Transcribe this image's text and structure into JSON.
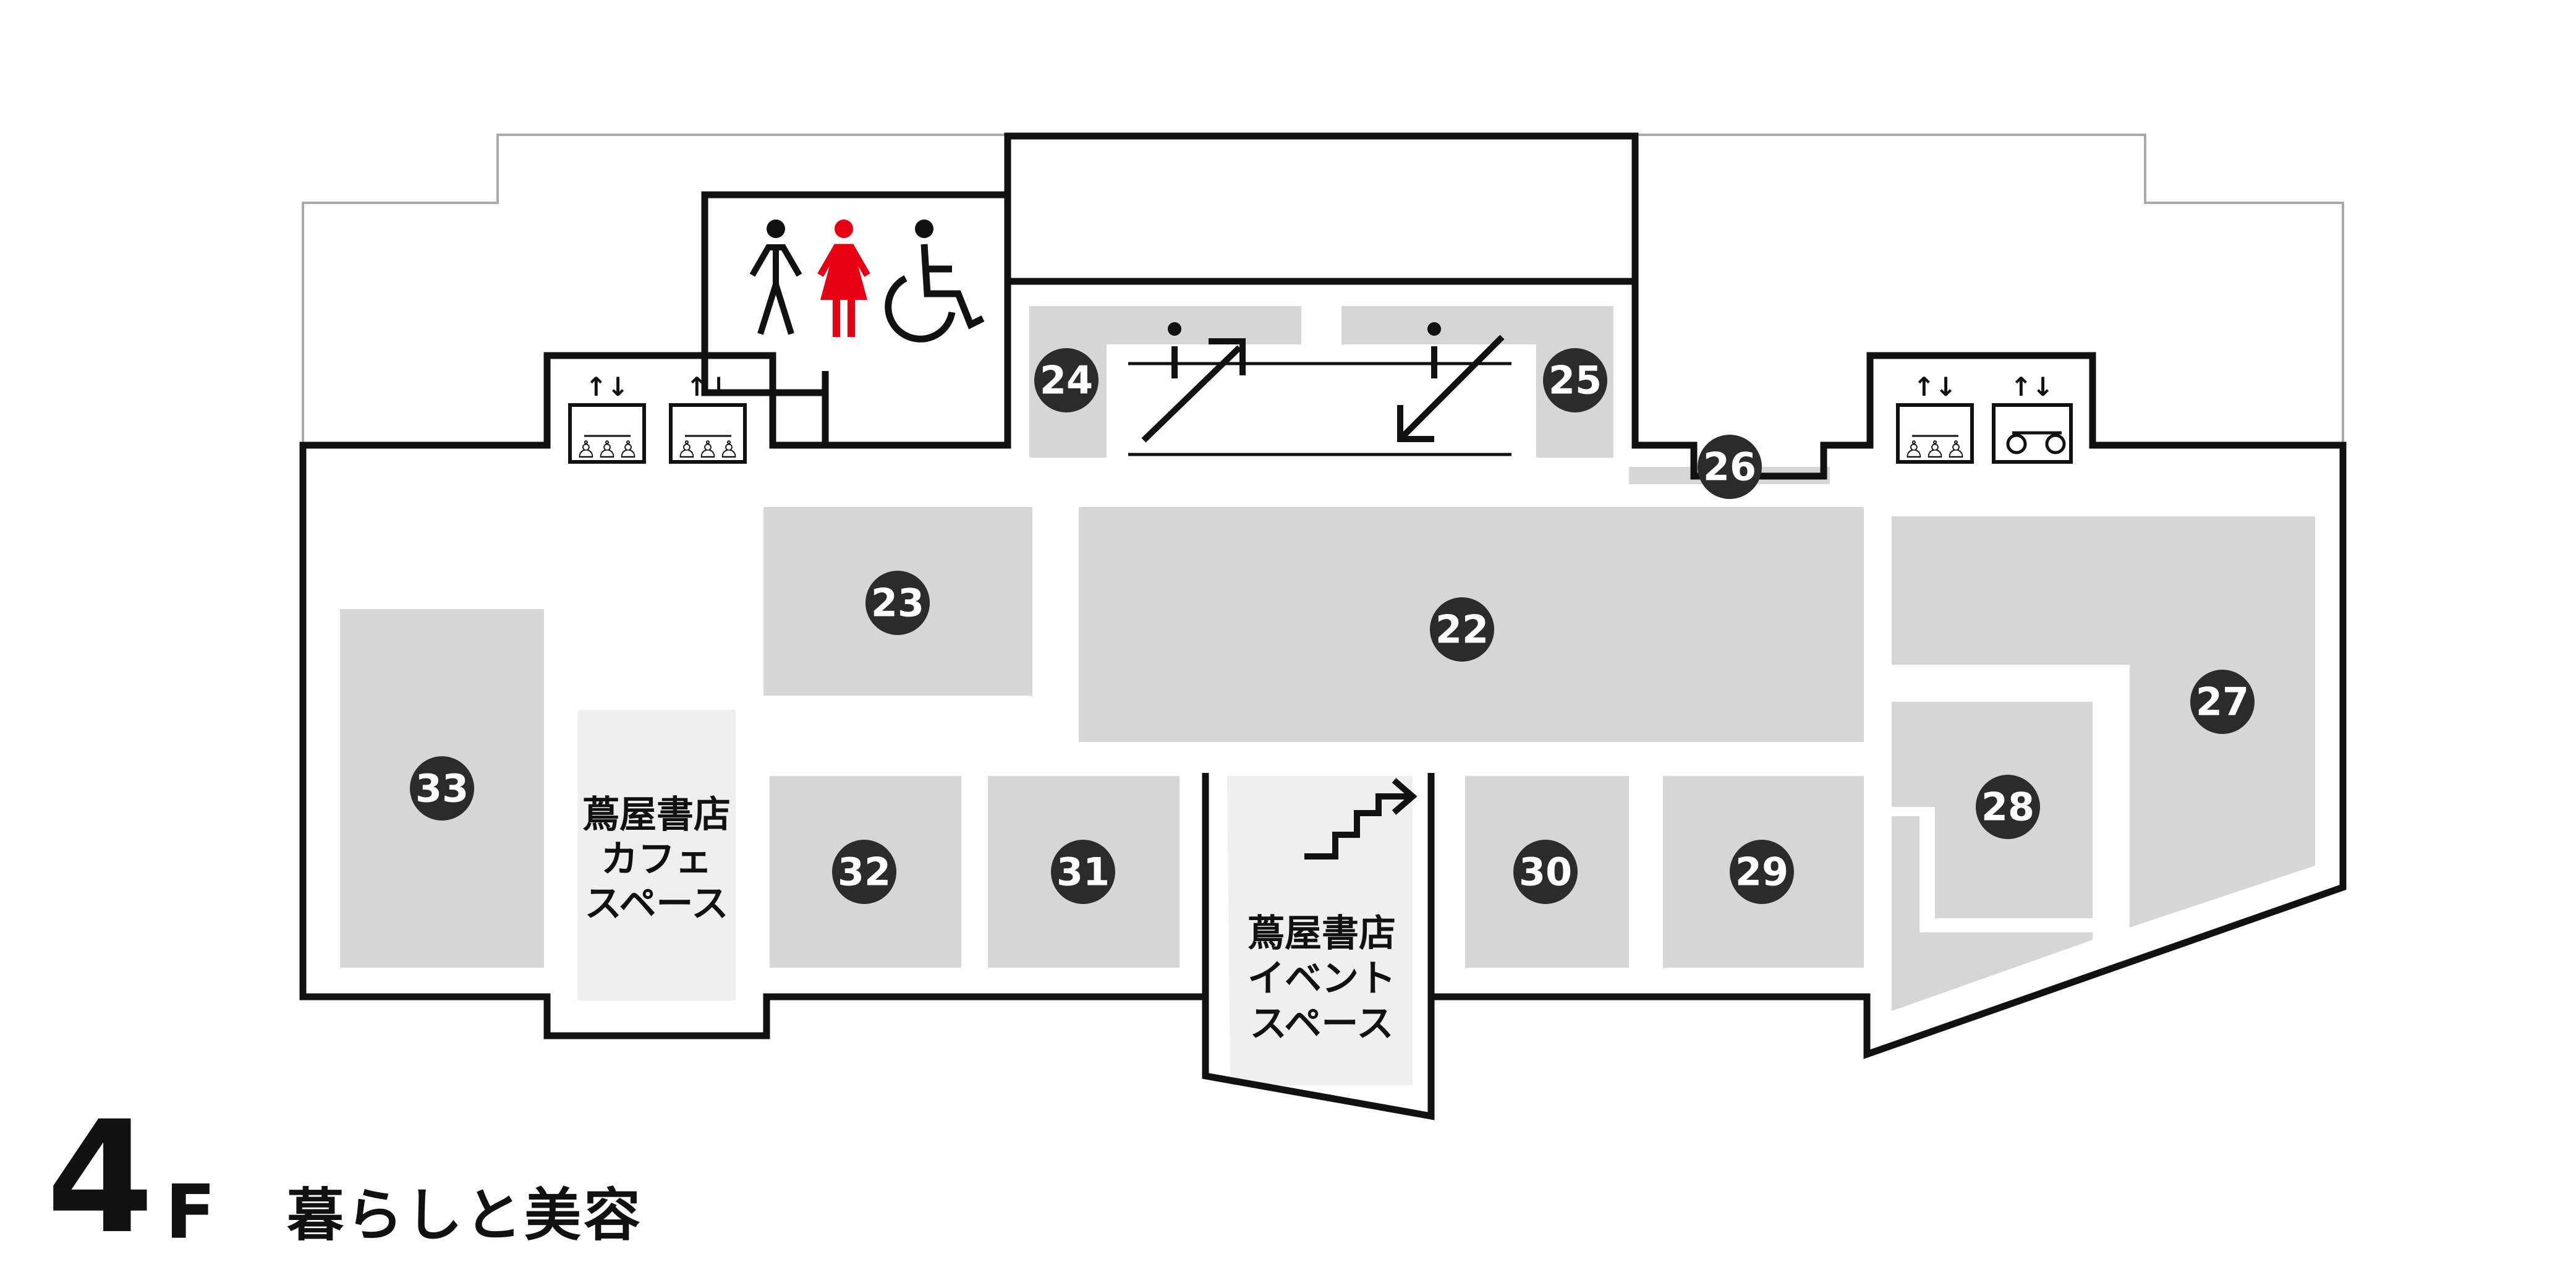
{
  "floor": {
    "number": "4",
    "letter": "F",
    "theme": "暮らしと美容"
  },
  "spaces": {
    "cafe": [
      "蔦屋書店",
      "カフェ",
      "スペース"
    ],
    "event": [
      "蔦屋書店",
      "イベント",
      "スペース"
    ]
  },
  "shops": [
    "22",
    "23",
    "24",
    "25",
    "26",
    "27",
    "28",
    "29",
    "30",
    "31",
    "32",
    "33"
  ],
  "colors": {
    "wall": "#111111",
    "shop": "#d6d6d7",
    "light_area": "#efefef",
    "badge": "#2b2b2b",
    "female_icon": "#e60012"
  },
  "icons": [
    "male-restroom-icon",
    "female-restroom-icon",
    "wheelchair-icon",
    "elevator-icon",
    "wheelchair-elevator-icon",
    "up-escalator-icon",
    "down-escalator-icon",
    "stairs-icon"
  ]
}
